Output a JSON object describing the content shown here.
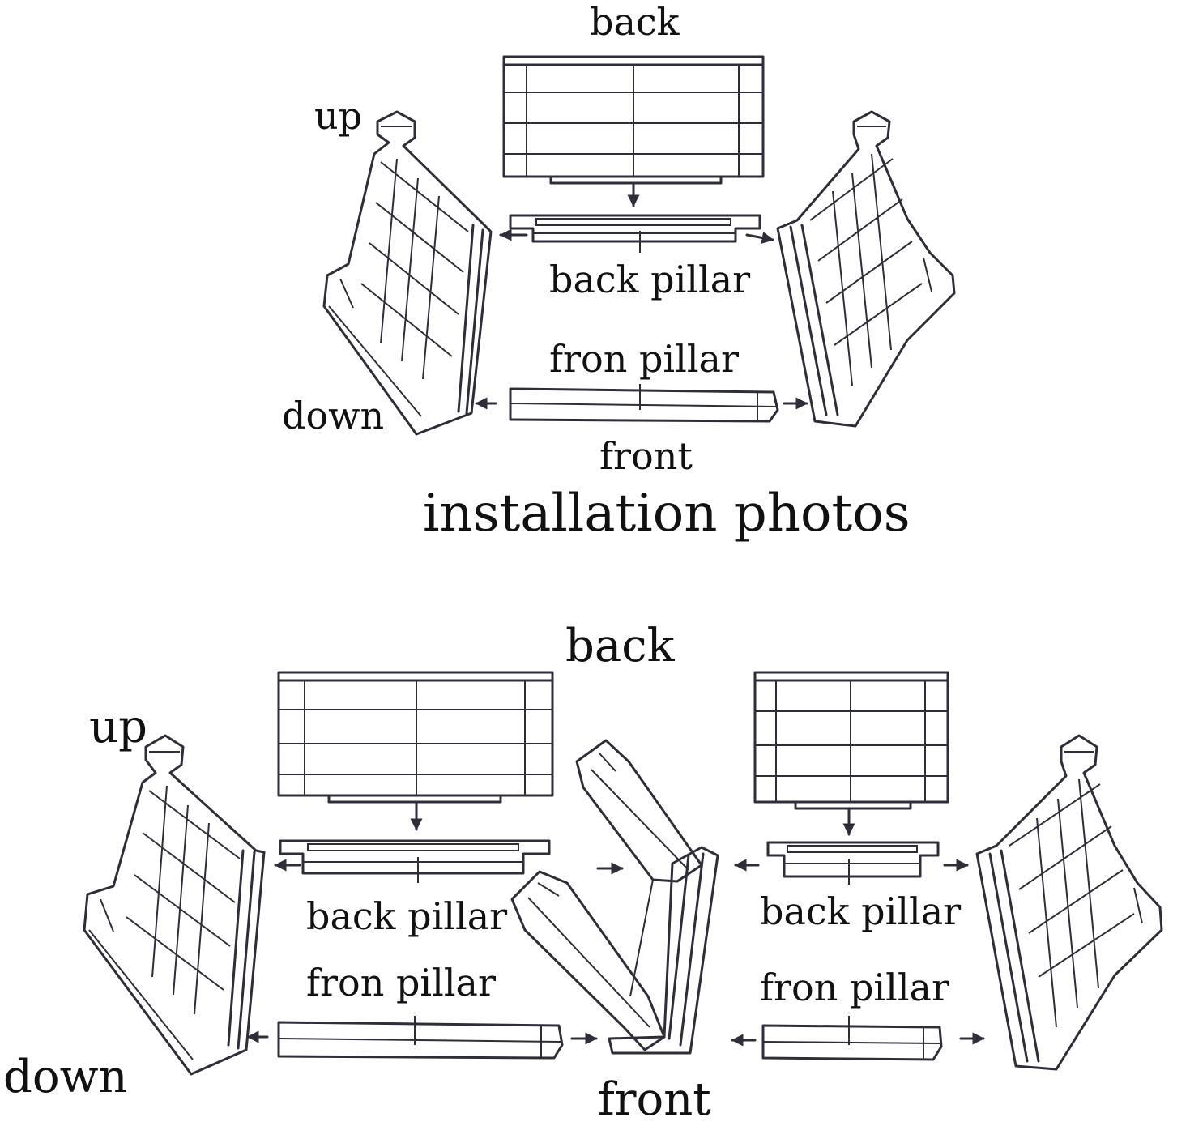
{
  "colors": {
    "line": "#2e2e38",
    "text": "#111111",
    "background": "#ffffff"
  },
  "top": {
    "back": "back",
    "up": "up",
    "back_pillar": "back pillar",
    "fron_pillar": "fron pillar",
    "down": "down",
    "front": "front"
  },
  "caption": "installation photos",
  "bottom": {
    "back": "back",
    "up": "up",
    "back_pillar_left": "back pillar",
    "back_pillar_right": "back pillar",
    "fron_pillar_left": "fron pillar",
    "fron_pillar_right": "fron pillar",
    "down": "down",
    "front": "front"
  }
}
